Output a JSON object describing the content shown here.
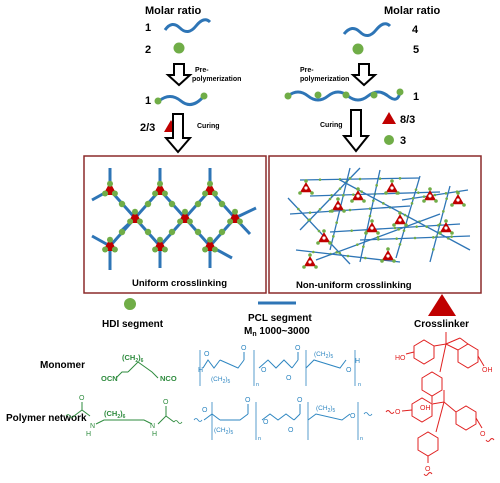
{
  "left": {
    "molar_ratio_label": "Molar ratio",
    "ratio_chain": "1",
    "ratio_hdi": "2",
    "step1_label_line1": "Pre-",
    "step1_label_line2": "polymerization",
    "ratio_prepolymer": "1",
    "ratio_crosslinker": "2/3",
    "step2_label": "Curing",
    "panel_caption": "Uniform crosslinking"
  },
  "right": {
    "molar_ratio_label": "Molar ratio",
    "ratio_chain": "4",
    "ratio_hdi": "5",
    "step1_label_line1": "Pre-",
    "step1_label_line2": "polymerization",
    "ratio_prepolymer": "1",
    "ratio_crosslinker": "8/3",
    "ratio_hdi2": "3",
    "step2_label": "Curing",
    "panel_caption": "Non-uniform crosslinking"
  },
  "legend": {
    "hdi": "HDI segment",
    "pcl_line1": "PCL segment",
    "pcl_line2_prefix": "M",
    "pcl_line2_sub": "n",
    "pcl_line2_suffix": " 1000~3000",
    "crosslinker": "Crosslinker"
  },
  "rows": {
    "monomer": "Monomer",
    "network": "Polymer network"
  },
  "chem": {
    "ocn": "OCN",
    "nco": "NCO",
    "ch2": "(CH",
    "ch2_close": ")",
    "sub2": "2",
    "sub6": "6",
    "sub5": "5",
    "sub_n": "n",
    "h": "H",
    "o": "O",
    "n": "N",
    "ho": "HO",
    "oh": "OH"
  },
  "colors": {
    "chain": "#2e75b6",
    "hdi": "#70ad47",
    "crosslinker": "#c00000",
    "chem_green": "#2e8b3e",
    "chem_blue": "#2e86c1",
    "panel_border": "#8b2a2a"
  }
}
